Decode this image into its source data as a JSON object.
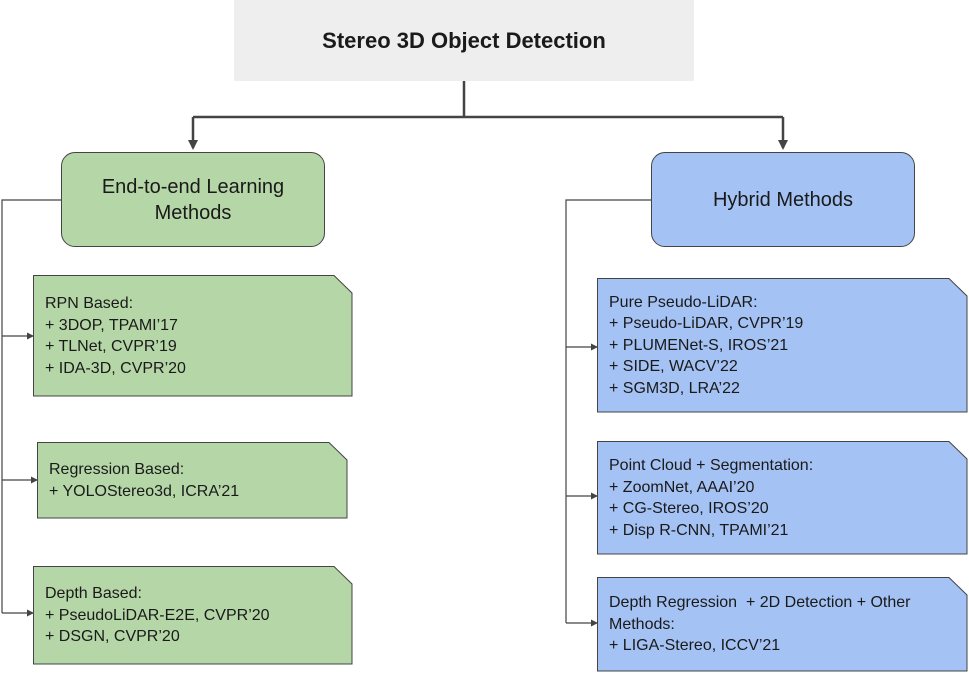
{
  "root": {
    "title": "Stereo 3D Object Detection"
  },
  "colors": {
    "root_bg": "#eeeeee",
    "green_fill": "#b5d6a7",
    "blue_fill": "#a4c2f4",
    "line": "#444444"
  },
  "left": {
    "title": "End-to-end Learning\nMethods",
    "groups": [
      {
        "heading": "RPN Based:",
        "items": [
          "+ 3DOP, TPAMI’17",
          "+ TLNet, CVPR’19",
          "+ IDA-3D, CVPR’20"
        ]
      },
      {
        "heading": "Regression Based:",
        "items": [
          "+ YOLOStereo3d, ICRA’21"
        ]
      },
      {
        "heading": "Depth Based:",
        "items": [
          "+ PseudoLiDAR-E2E, CVPR’20",
          "+ DSGN, CVPR’20"
        ]
      }
    ]
  },
  "right": {
    "title": "Hybrid Methods",
    "groups": [
      {
        "heading": "Pure Pseudo-LiDAR:",
        "items": [
          "+ Pseudo-LiDAR, CVPR’19",
          "+ PLUMENet-S, IROS’21",
          "+ SIDE, WACV’22",
          "+ SGM3D, LRA’22"
        ]
      },
      {
        "heading": "Point Cloud + Segmentation:",
        "items": [
          "+ ZoomNet, AAAI’20",
          "+ CG-Stereo, IROS’20",
          "+ Disp R-CNN, TPAMI’21"
        ]
      },
      {
        "heading": "Depth Regression  + 2D Detection + Other\nMethods:",
        "items": [
          "+ LIGA-Stereo, ICCV’21"
        ]
      }
    ]
  }
}
